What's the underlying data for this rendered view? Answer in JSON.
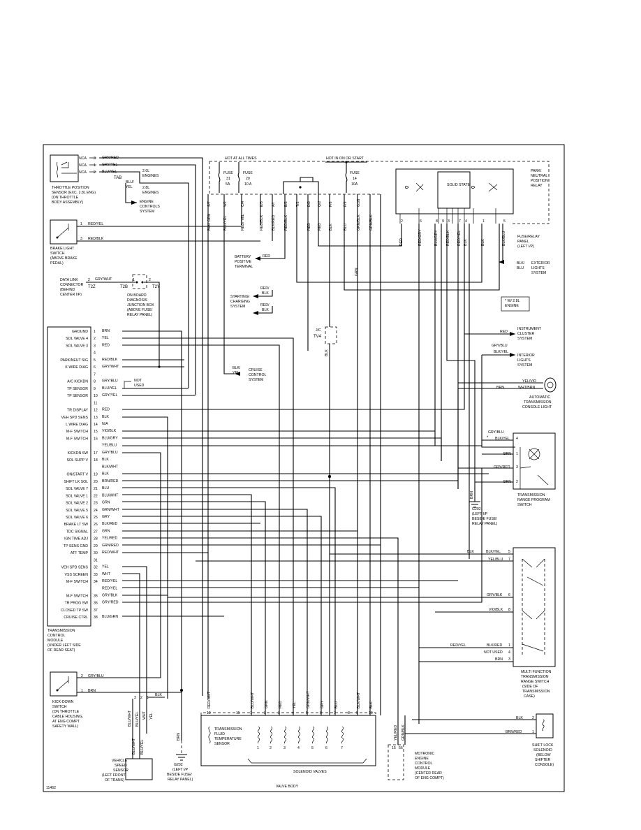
{
  "figure_id": "11462",
  "header": {
    "hot_at_all_times": "HOT AT ALL TIMES",
    "hot_in_on_or_start": "HOT IN ON OR START"
  },
  "fuses": [
    {
      "id": "fuse-31",
      "label": "FUSE",
      "number": "31",
      "rating": "5A"
    },
    {
      "id": "fuse-20",
      "label": "FUSE",
      "number": "20",
      "rating": "10 A"
    },
    {
      "id": "fuse-14",
      "label": "FUSE",
      "number": "14",
      "rating": "10A"
    }
  ],
  "panel_pins": [
    "S/7",
    "W2",
    "C/4",
    "E/3",
    "A/I",
    "B/2",
    "T/2",
    "D/2",
    "Q/2",
    "F/6",
    "F/9",
    "G1/8"
  ],
  "fuse_panel_wires": [
    "BLK/ GRN",
    "BLU/YEL",
    "RED/ YEL",
    "RED/BLK",
    "BLK/RED",
    "RED/BLK",
    "RED",
    "RED",
    "BLK",
    "BLU",
    "GRN/BLK",
    "GRN/BLK"
  ],
  "relay": {
    "label": "PARK/ NEUTRAL POSITION RELAY",
    "solid_state": "SOLID STATE",
    "pins": [
      "2",
      "6",
      "8",
      "9",
      "3",
      "7",
      "4",
      "1",
      "5"
    ],
    "wires": [
      "RED",
      "RED/GRY",
      "BLU/GRY",
      "RED/BLK",
      "RED/YEL",
      "BLK",
      "BLK/BLU",
      "BLK"
    ],
    "panel_label": "FUSE/RELAY PANEL (LEFT I/P)"
  },
  "tps": {
    "label": "THROTTLE POSITION SENSOR (EXC. 2.8L ENG) (ON THROTTLE BODY ASSEMBLY)",
    "pins": [
      {
        "pin": "3",
        "nca": "NCA",
        "wire": "GRN/RED"
      },
      {
        "pin": "1",
        "nca": "NCA",
        "wire": "GRY/YEL"
      },
      {
        "pin": "2",
        "nca": "NCA",
        "wire": "BLU/YEL"
      }
    ],
    "tab": "TAB",
    "engine_2_0": "2.0L ENGINES",
    "engine_2_8": "2.8L ENGINES",
    "blu_yel": "BLU/ YEL",
    "engine_controls": "ENGINE CONTROLS SYSTEM"
  },
  "brake_switch": {
    "label": "BRAKE LIGHT SWITCH (ABOVE BRAKE PEDAL)",
    "pins": [
      {
        "pin": "1",
        "wire": "RED/YEL"
      },
      {
        "pin": "3",
        "wire": "RED/BLK"
      }
    ]
  },
  "dlc": {
    "label": "DATA LINK CONNECTOR (BEHIND CENTER I/P)",
    "pin": "2",
    "wire": "GRY/WHT",
    "t": "T2Z",
    "t2": "T2B",
    "t3": "T2Y",
    "pin_b": "1",
    "pin_c": "2",
    "junction": "ON BOARD DIAGNOSIS JUNCTION BOX (ABOVE FUSE/ RELAY PANEL)"
  },
  "systems": {
    "battery": "BATTERY POSITIVE TERMINAL",
    "starting": "STARTING/ CHARGING SYSTEM",
    "start_w1": "RED/ BLK",
    "start_w2": "RED/ BLK",
    "cruise": "CRUISE CONTROL SYSTEM",
    "cruise_w": "BLK/ YEL",
    "exterior": "EXTERIOR LIGHTS SYSTEM",
    "exterior_w": "BLK/ BLU",
    "instrument": "INSTRUMENT CLUSTER SYSTEM",
    "interior": "INTERIOR LIGHTS SYSTEM",
    "console": "AUTOMATIC TRANSMISSION CONSOLE LIGHT",
    "engine_note": "* W/ 2.8L ENGINE"
  },
  "jc": {
    "label": "J/C",
    "id": "TV4"
  },
  "tcm": {
    "label": "TRANSMISSION CONTROL MODULE (UNDER LEFT SIDE OF REAR SEAT)",
    "pins": [
      {
        "pin": "1",
        "name": "GROUND",
        "wire": "BRN"
      },
      {
        "pin": "2",
        "name": "SOL VALVE 4",
        "wire": "YEL"
      },
      {
        "pin": "3",
        "name": "SOL VALVE 3",
        "wire": "RED"
      },
      {
        "pin": "4",
        "name": "",
        "wire": ""
      },
      {
        "pin": "5",
        "name": "PARK/NEUT SIG",
        "wire": "RED/BLK"
      },
      {
        "pin": "6",
        "name": "K WIRE DIAG",
        "wire": "GRY/WHT"
      },
      {
        "pin": "7",
        "name": "",
        "wire": ""
      },
      {
        "pin": "8",
        "name": "A/C KICKDN",
        "wire": "GRY/BLU"
      },
      {
        "pin": "9",
        "name": "TP SENSOR",
        "wire": "BLU/YEL"
      },
      {
        "pin": "10",
        "name": "TP SENSOR",
        "wire": "GRY/YEL"
      },
      {
        "pin": "11",
        "name": "",
        "wire": ""
      },
      {
        "pin": "12",
        "name": "TR DISPLAY",
        "wire": "RED"
      },
      {
        "pin": "13",
        "name": "VEH SPD SENS",
        "wire": "BLK"
      },
      {
        "pin": "14",
        "name": "L WIRE DIAG",
        "wire": "N/A"
      },
      {
        "pin": "15",
        "name": "M-F SWITCH",
        "wire": "VIO/BLK"
      },
      {
        "pin": "16",
        "name": "M-F SWITCH",
        "wire": "BLU/GRY"
      },
      {
        "pin": "",
        "name": "",
        "wire": "YEL/BLU"
      },
      {
        "pin": "17",
        "name": "KICKDN SW",
        "wire": "GRY/BLU"
      },
      {
        "pin": "18",
        "name": "SOL SUPP V",
        "wire": "BLK"
      },
      {
        "pin": "",
        "name": "",
        "wire": "BLK/WHT"
      },
      {
        "pin": "19",
        "name": "ON/START V",
        "wire": "BLK"
      },
      {
        "pin": "20",
        "name": "SHIFT LK SOL",
        "wire": "BRN/RED"
      },
      {
        "pin": "21",
        "name": "SOL VALVE 7",
        "wire": "BLU"
      },
      {
        "pin": "22",
        "name": "SOL VALVE 1",
        "wire": "BLU/WHT"
      },
      {
        "pin": "23",
        "name": "SOL VALVE 2",
        "wire": "GRN"
      },
      {
        "pin": "24",
        "name": "SOL VALVE 5",
        "wire": "GRN/WHT"
      },
      {
        "pin": "25",
        "name": "SOL VALVE 6",
        "wire": "GRY"
      },
      {
        "pin": "26",
        "name": "BRAKE LT SW",
        "wire": "BLK/RED"
      },
      {
        "pin": "27",
        "name": "TDC SIGNAL",
        "wire": "GRN"
      },
      {
        "pin": "28",
        "name": "IGN TIME ADJ",
        "wire": "YEL/RED"
      },
      {
        "pin": "29",
        "name": "TP SENS GND",
        "wire": "GRN/RED"
      },
      {
        "pin": "30",
        "name": "ATF TEMP",
        "wire": "RED/WHT"
      },
      {
        "pin": "31",
        "name": "",
        "wire": ""
      },
      {
        "pin": "32",
        "name": "VEH SPD SENS",
        "wire": "YEL"
      },
      {
        "pin": "33",
        "name": "VSS SCREEN",
        "wire": "WHT"
      },
      {
        "pin": "34",
        "name": "M-F SWITCH",
        "wire": "RED/YEL"
      },
      {
        "pin": "",
        "name": "",
        "wire": "RED/YEL"
      },
      {
        "pin": "35",
        "name": "M-F SWITCH",
        "wire": "GRY/BLK"
      },
      {
        "pin": "36",
        "name": "TR PROG SW",
        "wire": "GRY/RED"
      },
      {
        "pin": "37",
        "name": "CLOSED TP SW",
        "wire": ""
      },
      {
        "pin": "38",
        "name": "CRUISE CTRL",
        "wire": "BLU/GRN"
      }
    ]
  },
  "not_used": "NOT USED",
  "kickdown": {
    "label": "KICK-DOWN SWITCH (ON THROTTLE CABLE HOUSING, AT ENG COMPT SAFETY WALL)",
    "pins": [
      {
        "pin": "2",
        "wire": "GRY/BLU"
      },
      {
        "pin": "1",
        "wire": "BRN"
      }
    ]
  },
  "vss": {
    "label": "VEHICLE SPEED SENSOR (LEFT FRONT OF TRANS)",
    "wires": [
      "BLU/WHT",
      "BLU/YEL",
      "WHT",
      "YEL"
    ],
    "pins": [
      "3",
      "2",
      "1"
    ]
  },
  "grounds": {
    "g202_a": "G202 (LEFT I/P BESIDE FUSE/ RELAY PANEL)",
    "g202_b": "G202 (LEFT I/P BESIDE FUSE/ RELAY PANEL)",
    "brn": "BRN",
    "blk": "BLK"
  },
  "valve_body": {
    "label": "VALVE BODY",
    "temp": "TRANSMISSION FLUID TEMPERATURE SENSOR",
    "solenoid_label": "SOLENOID VALVES",
    "pins": [
      "12",
      "11",
      "1",
      "2",
      "3",
      "4",
      "5",
      "6",
      "7",
      "8",
      "9",
      "10"
    ],
    "wires": [
      "RED/WHT",
      "BLU/WHT",
      "GRN",
      "RED",
      "YEL",
      "GRN/WHT",
      "GRY",
      "BLU",
      "BLK/WHT",
      "BLK"
    ],
    "sol_numbers": [
      "1",
      "2",
      "3",
      "4",
      "5",
      "6",
      "7"
    ]
  },
  "motronic": {
    "label": "MOTRONIC ENGINE CONTROL MODULE (CENTER REAR OF ENG COMPT)",
    "pins": [
      "15",
      "56"
    ],
    "wires": [
      "YEL/RED",
      "GRN/BLK"
    ]
  },
  "trp": {
    "label": "TRANSMISSION RANGE PROGRAM SWITCH",
    "pins": [
      {
        "pin": "4",
        "wire": "GRY/BLU",
        "wire2": "BLK/YEL"
      },
      {
        "pin": "1",
        "wire": "BRN"
      },
      {
        "pin": "3",
        "wire": "GRY/RED"
      },
      {
        "pin": "2",
        "wire": "BRN"
      }
    ],
    "console_wires": [
      "YEL/VIO",
      "WHT/BRN",
      "BRN"
    ],
    "g_brn": "BRN",
    "star": "*"
  },
  "mfrs": {
    "label": "MULTI FUNCTION TRANSMISSION RANGE SWITCH (SIDE OF TRANSMISSION CASE)",
    "pins": [
      {
        "pin": "5",
        "wire": "BLK/YEL"
      },
      {
        "pin": "7",
        "wire": "YEL/BLU"
      },
      {
        "pin": "6",
        "wire": "GRY/BLK"
      },
      {
        "pin": "8",
        "wire": "VIO/BLK"
      },
      {
        "pin": "1",
        "wire": "BLK/RED"
      },
      {
        "pin": "4",
        "wire": "NOT USED"
      },
      {
        "pin": "3",
        "wire": "BRN"
      }
    ],
    "in_wires": [
      "BLK",
      "RED/YEL"
    ]
  },
  "shift_lock": {
    "label": "SHIFT LOCK SOLENOID (BELOW SHIFTER CONSOLE)",
    "pins": [
      {
        "pin": "2",
        "wire": "BLK"
      },
      {
        "pin": "1",
        "wire": "BRN/RED"
      }
    ]
  },
  "extra": {
    "inst_wire": "RED",
    "int_wire1": "GRY/BLU",
    "int_wire2": "BLK/YEL",
    "grn_mid": "GRN",
    "blk_jc": "BLK",
    "red_batt": "RED",
    "grn_left": "GRN"
  }
}
